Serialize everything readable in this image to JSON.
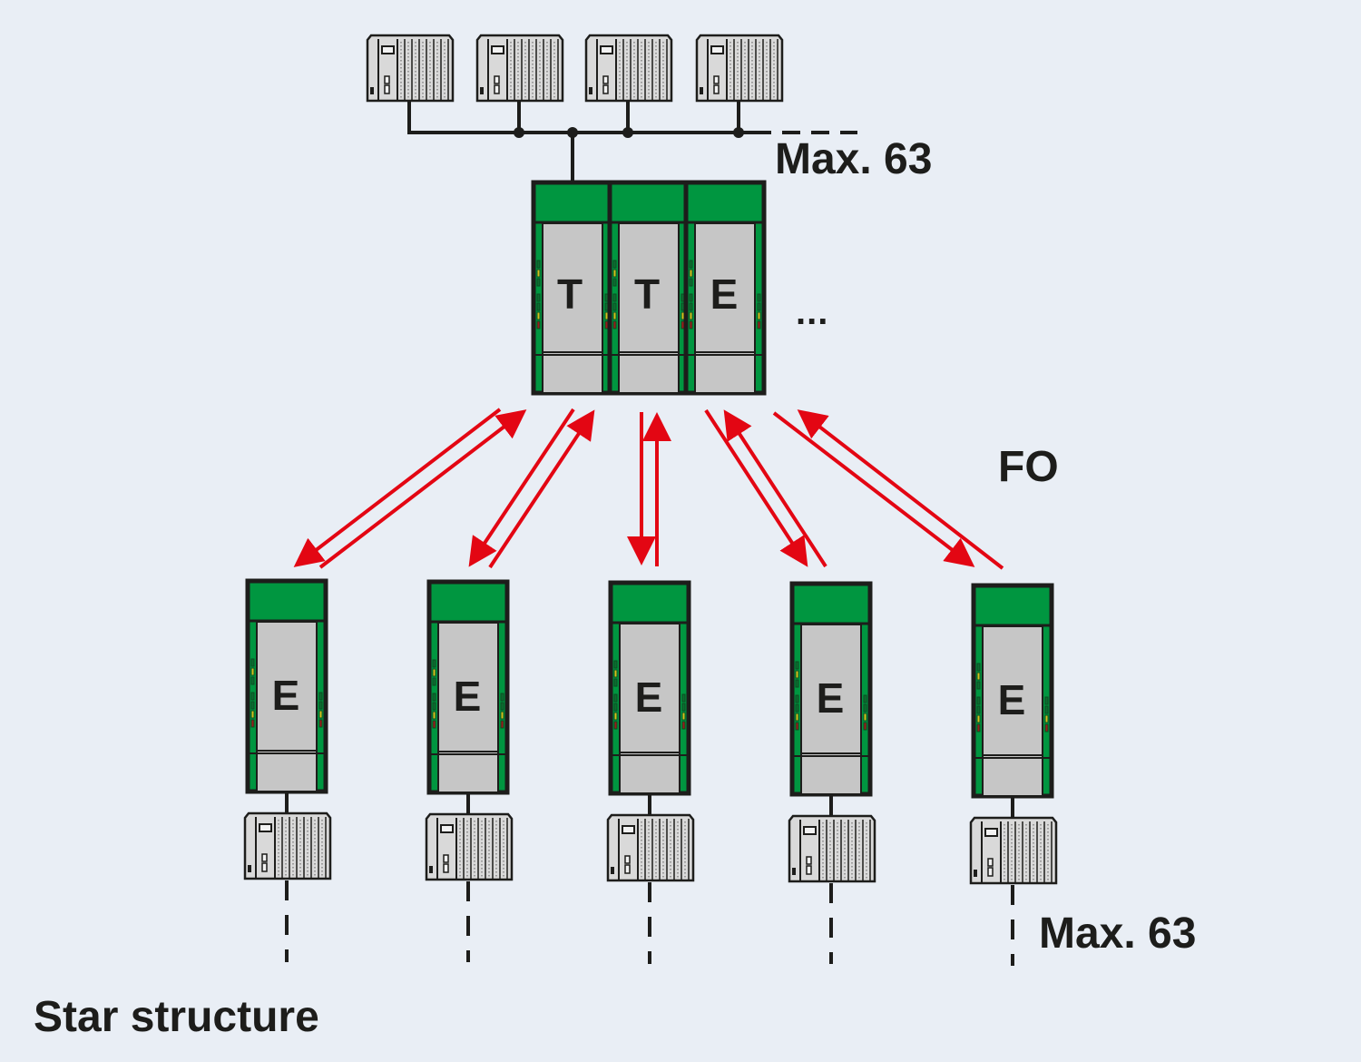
{
  "diagram": {
    "title": "Star structure",
    "colors": {
      "background": "#e9eef5",
      "module_green": "#009640",
      "module_gray": "#c6c6c6",
      "outline": "#1d1d1b",
      "fo_arrow": "#e30613",
      "led_yellow": "#d4c21b",
      "led_red": "#9b1b1b"
    },
    "top_controllers": {
      "count": 4,
      "icon": "plc-controller-icon",
      "continuation": "dashed"
    },
    "top_max_label": "Max. 63",
    "central_station": {
      "modules": [
        {
          "letter": "T"
        },
        {
          "letter": "T"
        },
        {
          "letter": "E"
        }
      ],
      "more_label": "..."
    },
    "link_label": "FO",
    "remote_stations": [
      {
        "letter": "E"
      },
      {
        "letter": "E"
      },
      {
        "letter": "E"
      },
      {
        "letter": "E"
      },
      {
        "letter": "E"
      }
    ],
    "bottom_max_label": "Max. 63"
  }
}
